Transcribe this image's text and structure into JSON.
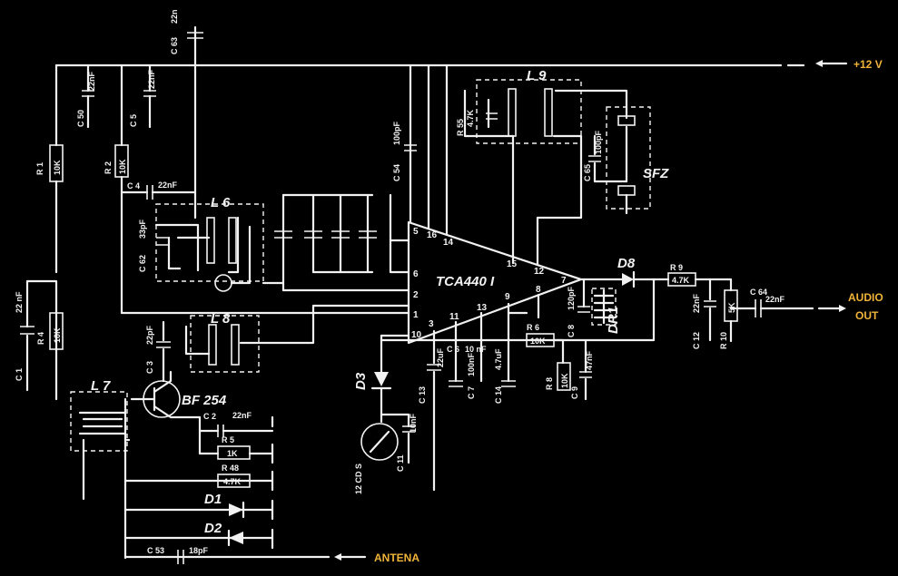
{
  "external": {
    "supply": "+12 V",
    "audio_out_line1": "AUDIO",
    "audio_out_line2": "OUT",
    "antenna": "ANTENA"
  },
  "ic": {
    "name": "TCA440 I",
    "pins": [
      "5",
      "16",
      "14",
      "15",
      "12",
      "7",
      "6",
      "2",
      "1",
      "10",
      "3",
      "11",
      "13",
      "9",
      "8"
    ]
  },
  "transistor": {
    "name": "BF 254"
  },
  "capacitors": [
    {
      "ref": "C 63",
      "value": "22n"
    },
    {
      "ref": "C 50",
      "value": "22nF"
    },
    {
      "ref": "C 5",
      "value": "22nF"
    },
    {
      "ref": "C 54",
      "value": "100pF"
    },
    {
      "ref": "C 4",
      "value": "22nF"
    },
    {
      "ref": "C 62",
      "value": "33pF"
    },
    {
      "ref": "C 1",
      "value": "22 nF"
    },
    {
      "ref": "C 3",
      "value": "22pF"
    },
    {
      "ref": "C 2",
      "value": "22nF"
    },
    {
      "ref": "C 53",
      "value": "18pF"
    },
    {
      "ref": "C 65",
      "value": "100pF"
    },
    {
      "ref": "C 6",
      "value": "10 nF"
    },
    {
      "ref": "C 13",
      "value": "22uF"
    },
    {
      "ref": "C 7",
      "value": "100nF"
    },
    {
      "ref": "C 14",
      "value": "4.7uF"
    },
    {
      "ref": "C 8",
      "value": "120pF"
    },
    {
      "ref": "C 9",
      "value": "47nF"
    },
    {
      "ref": "C 11",
      "value": "10nF"
    },
    {
      "ref": "C 12",
      "value": "22nF"
    },
    {
      "ref": "C 64",
      "value": "22nF"
    }
  ],
  "resistors": [
    {
      "ref": "R 1",
      "value": "10K"
    },
    {
      "ref": "R 2",
      "value": "10K"
    },
    {
      "ref": "R 4",
      "value": "10K"
    },
    {
      "ref": "R 5",
      "value": "1K"
    },
    {
      "ref": "R 48",
      "value": "4.7K"
    },
    {
      "ref": "R 55",
      "value": "4.7K"
    },
    {
      "ref": "R 6",
      "value": "10K"
    },
    {
      "ref": "R 8",
      "value": "10K"
    },
    {
      "ref": "R 9",
      "value": "4.7K"
    },
    {
      "ref": "R 10",
      "value": "5K"
    }
  ],
  "inductors": [
    "L 6",
    "L 7",
    "L 8",
    "L 9",
    "DR1"
  ],
  "diodes": [
    "D1",
    "D2",
    "D3",
    "D8"
  ],
  "misc": {
    "filter": "SFZ",
    "meter": "12 CD S"
  }
}
